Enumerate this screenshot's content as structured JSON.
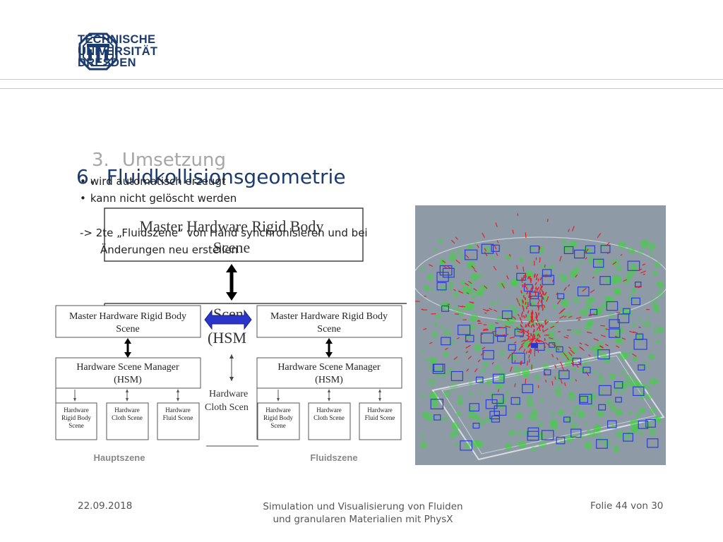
{
  "header": {
    "logo_lines": [
      "TECHNISCHE",
      "UNIVERSITÄT",
      "DRESDEN"
    ]
  },
  "slide": {
    "section_number": "3.",
    "section_title": "Umsetzung",
    "heading_number": "6.",
    "heading_title": "Fluidkollisionsgeometrie",
    "bullets": [
      "wird automatisch erzeugt",
      "kann nicht gelöscht werden"
    ],
    "arrow_line_1": "-> 2te „Fluidszene“ von Hand synchronisieren und bei",
    "arrow_line_2": "Änderungen neu erstellen"
  },
  "diagram": {
    "bg_master_line1": "Master Hardware Rigid Body",
    "bg_master_line2": "Scene",
    "bg_scene_fragment": "Scen",
    "bg_hsm_fragment": "(HSM",
    "bg_hardware_fragment": "Hardware",
    "bg_cloth_fragment": "Cloth Scen",
    "left": {
      "master_line1": "Master Hardware Rigid Body",
      "master_line2": "Scene",
      "hsm_line1": "Hardware Scene Manager",
      "hsm_line2": "(HSM)",
      "sub1": [
        "Hardware",
        "Rigid Body",
        "Scene"
      ],
      "sub2": [
        "Hardware",
        "Cloth Scene"
      ],
      "sub3": [
        "Hardware",
        "Fluid Scene"
      ],
      "caption": "Hauptszene"
    },
    "right": {
      "master_line1": "Master Hardware Rigid Body",
      "master_line2": "Scene",
      "hsm_line1": "Hardware Scene Manager",
      "hsm_line2": "(HSM)",
      "sub1": [
        "Hardware",
        "Rigid Body",
        "Scene"
      ],
      "sub2": [
        "Hardware",
        "Cloth Scene"
      ],
      "sub3": [
        "Hardware",
        "Fluid Scene"
      ],
      "caption": "Fluidszene"
    }
  },
  "footer": {
    "date": "22.09.2018",
    "center_line1": "Simulation und Visualisierung von Fluiden",
    "center_line2": "und granularen Materialien mit PhysX",
    "slide_info": "Folie 44 von 30"
  },
  "colors": {
    "brand_blue": "#1b3b6f",
    "sync_arrow": "#2b35c9",
    "sim_background": "#8e9ba7",
    "particle_red": "#e0202a",
    "particle_green": "#3fd23f",
    "box_blue": "#2b3fcf"
  }
}
